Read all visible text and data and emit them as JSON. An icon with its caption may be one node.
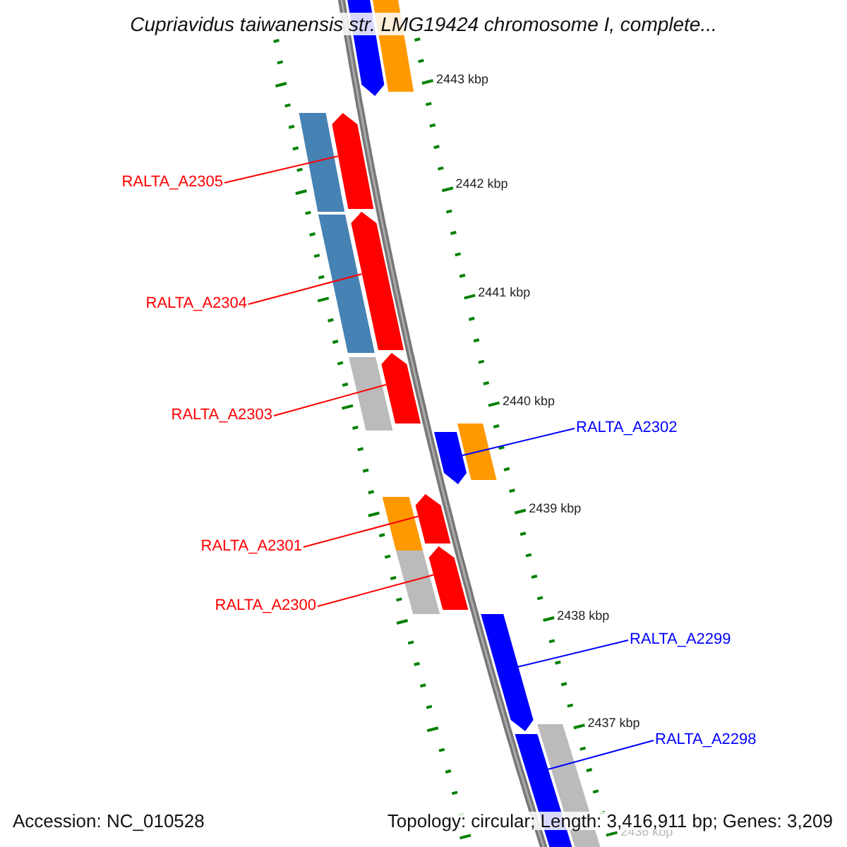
{
  "diagram": {
    "title": "Cupriavidus taiwanensis str. LMG19424 chromosome I, complete...",
    "nodes": [
      {
        "text": [
          "RALTA_A2305"
        ]
      },
      {
        "text": [
          "RALTA_A2304"
        ]
      },
      {
        "text": [
          "RALTA_A2303"
        ]
      },
      {
        "text": [
          "RALTA_A2302"
        ]
      },
      {
        "text": [
          "RALTA_A2301"
        ]
      },
      {
        "text": [
          "RALTA_A2300"
        ]
      },
      {
        "text": [
          "RALTA_A2299"
        ]
      },
      {
        "text": [
          "RALTA_A2298"
        ]
      },
      {
        "text": [],
        "shape": "bar"
      },
      {
        "text": [],
        "shape": "bar"
      },
      {
        "text": [],
        "shape": "bar"
      },
      {
        "text": [],
        "shape": "bar"
      },
      {
        "text": [],
        "shape": "bar"
      },
      {
        "text": [],
        "shape": "bar"
      },
      {
        "text": [],
        "shape": "bar"
      },
      {
        "text": [],
        "shape": "bar"
      },
      {
        "text": [],
        "shape": "bar"
      },
      {
        "text": [],
        "shape": "bar"
      },
      {
        "text": [],
        "shape": "bar"
      },
      {
        "text": [],
        "shape": "bar"
      },
      {
        "text": [],
        "shape": "bar"
      },
      {
        "text": [],
        "shape": "bar"
      },
      {
        "text": [],
        "shape": "bar"
      },
      {
        "text": [],
        "shape": "bar"
      },
      {
        "text": [],
        "shape": "bar"
      }
    ],
    "edges": [
      {
        "from": 0,
        "to": 11,
        "arrow": "none"
      },
      {
        "from": 1,
        "to": 13,
        "arrow": "none"
      },
      {
        "from": 2,
        "to": 14,
        "arrow": "none"
      },
      {
        "from": 3,
        "to": 17,
        "arrow": "none",
        "color": "#0000ff"
      },
      {
        "from": 4,
        "to": 18,
        "arrow": "none"
      },
      {
        "from": 5,
        "to": 20,
        "arrow": "none"
      },
      {
        "from": 6,
        "to": 22,
        "arrow": "none",
        "color": "#0000ff"
      },
      {
        "from": 7,
        "to": 24,
        "arrow": "none",
        "color": "#0000ff"
      }
    ],
    "labels": [
      "2443 kbp",
      "2442 kbp",
      "2441 kbp",
      "2440 kbp",
      "2439 kbp",
      "2438 kbp",
      "2437 kbp",
      "2436 kbp",
      "Accession: NC_010528",
      "Topology: circular; Length: 3,416,911 bp; Genes: 3,209"
    ]
  }
}
